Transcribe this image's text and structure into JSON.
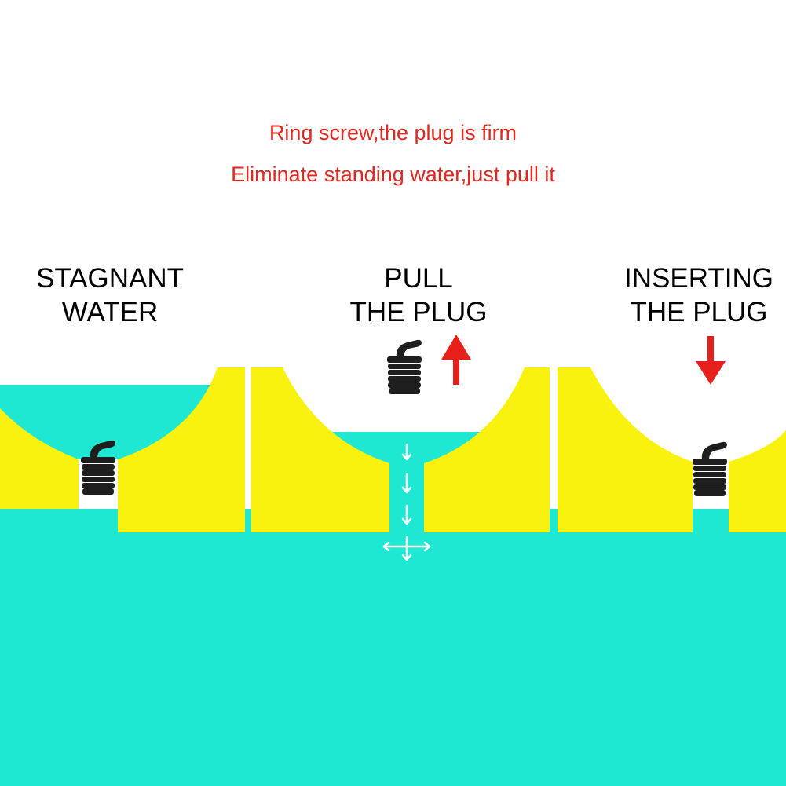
{
  "captions": {
    "line1": "Ring screw,the plug is firm",
    "line2": "Eliminate standing water,just pull it"
  },
  "panels": [
    {
      "id": "stagnant",
      "line1": "STAGNANT",
      "line2": "WATER"
    },
    {
      "id": "pull",
      "line1": "PULL",
      "line2": "THE PLUG",
      "arrow": "up"
    },
    {
      "id": "insert",
      "line1": "INSERTING",
      "line2": "THE PLUG",
      "arrow": "down"
    }
  ],
  "colors": {
    "caption": "#e3261e",
    "arrow": "#e8201c",
    "water": "#1ee8d4",
    "hull": "#f9f20e",
    "plug": "#1e1e1e",
    "flow_arrows": "#ffffff"
  },
  "icons": {
    "plug": "drain-plug-icon",
    "arrow_up": "red-up-arrow-icon",
    "arrow_down": "red-down-arrow-icon",
    "flow": "white-flow-arrows-icon"
  }
}
